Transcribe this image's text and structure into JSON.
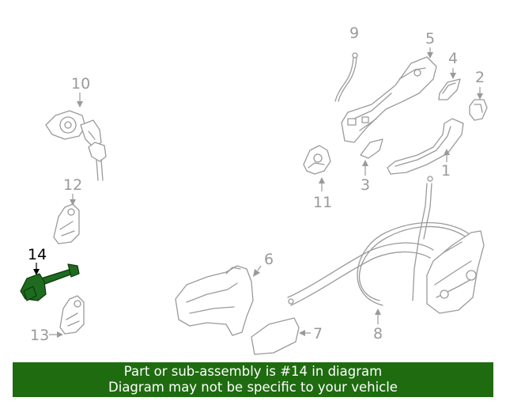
{
  "diagram": {
    "callouts": [
      "1",
      "2",
      "3",
      "4",
      "5",
      "6",
      "7",
      "8",
      "9",
      "10",
      "11",
      "12",
      "13",
      "14"
    ],
    "highlighted_part": "14",
    "highlight_color": "#1f6b1f",
    "line_color": "#9a9a9a"
  },
  "banner": {
    "line1": "Part or sub-assembly is #14 in diagram",
    "line2": "Diagram may not be specific to your vehicle",
    "background": "#1f6b10"
  }
}
